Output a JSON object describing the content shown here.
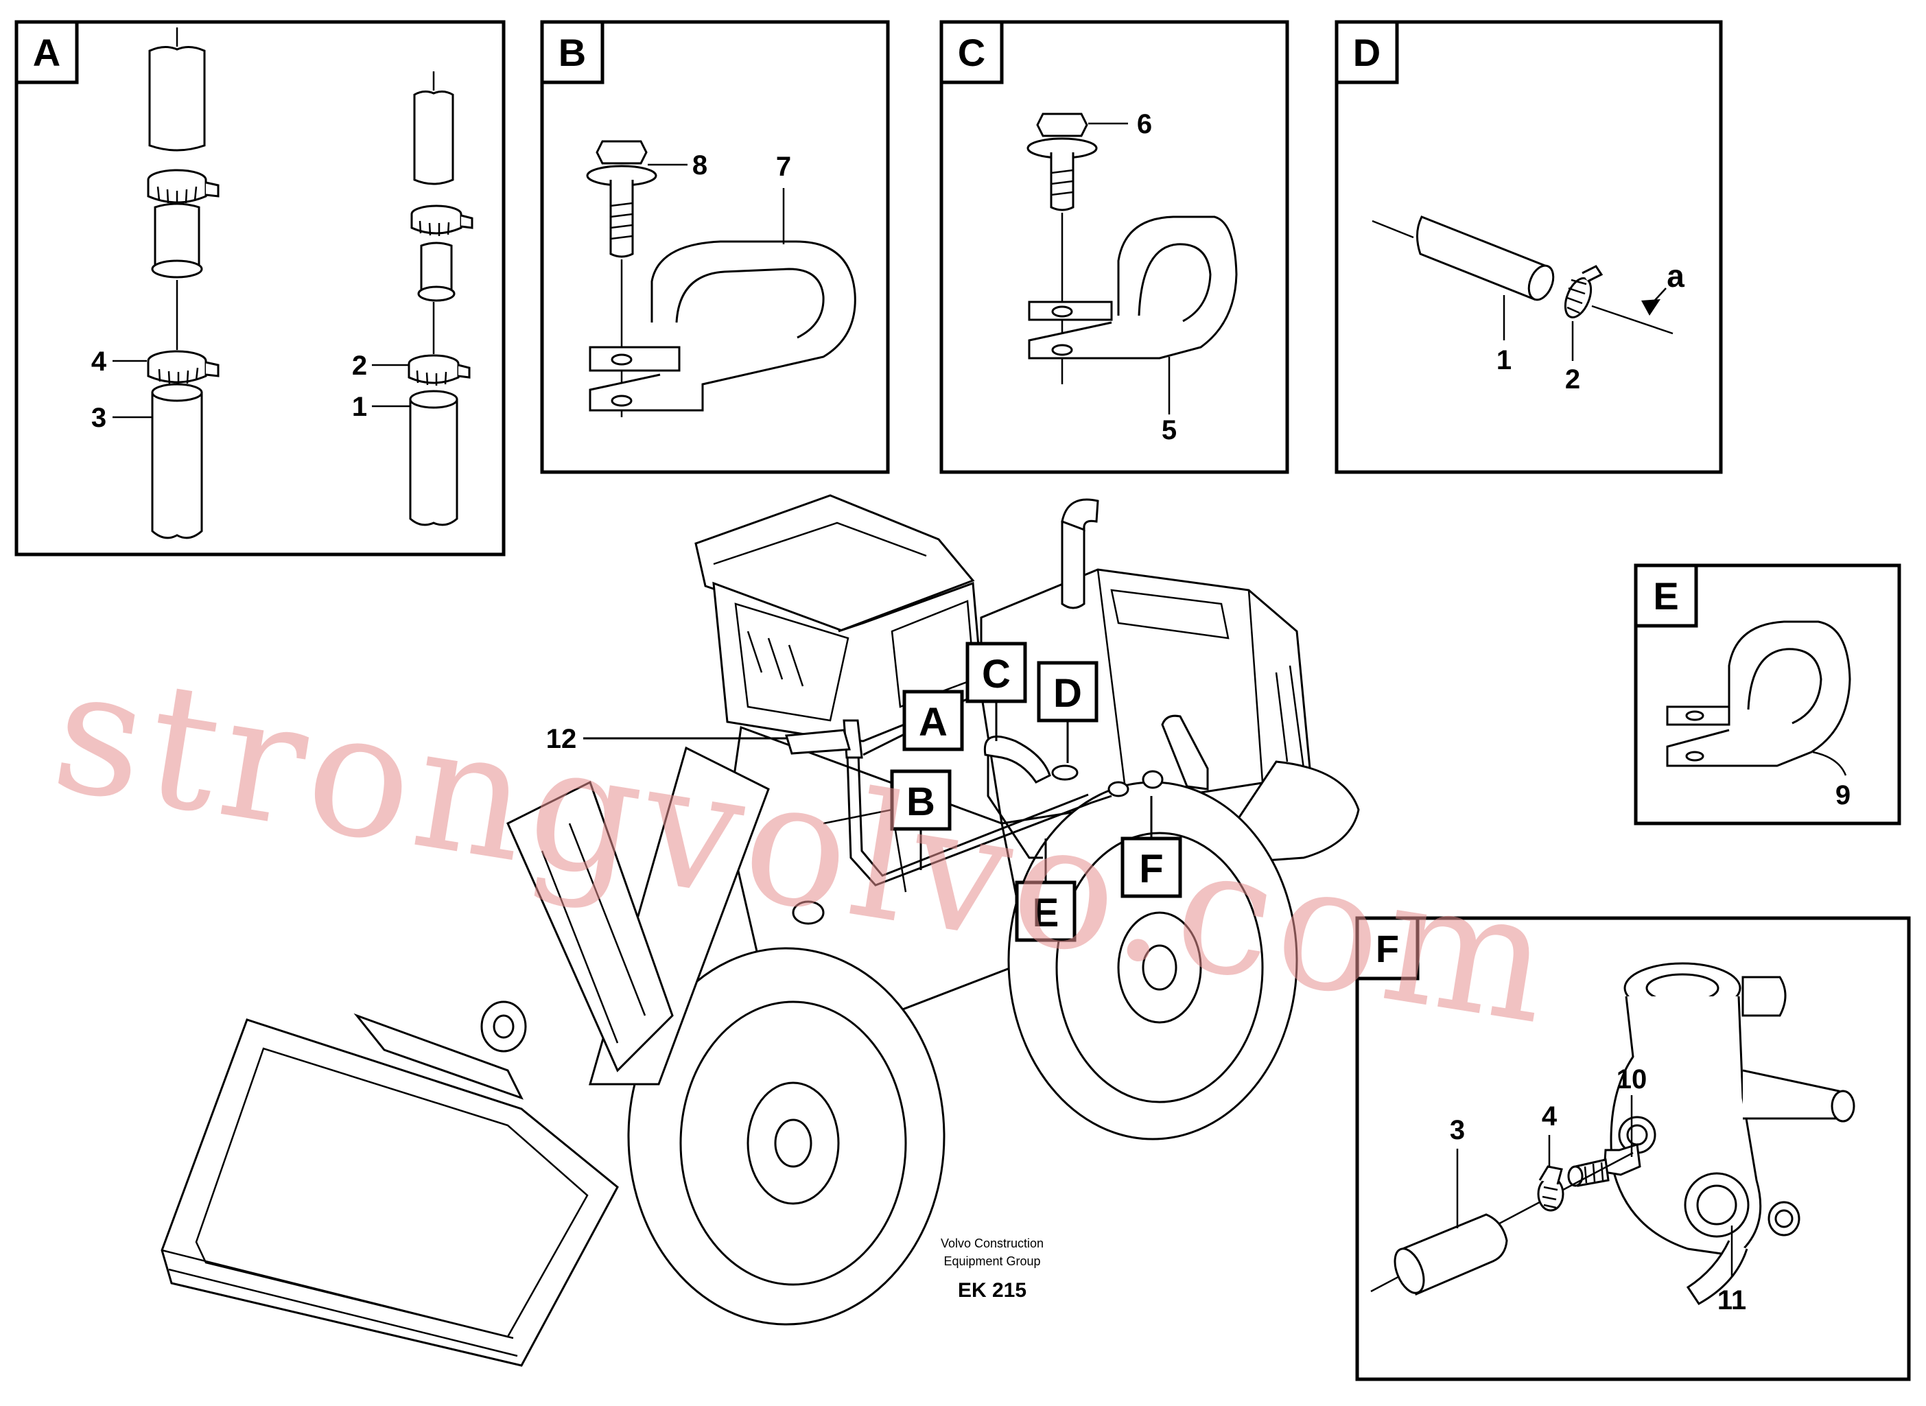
{
  "panels": {
    "A": {
      "letter": "A",
      "labels": [
        "4",
        "3",
        "2",
        "1"
      ]
    },
    "B": {
      "letter": "B",
      "labels": [
        "8",
        "7"
      ]
    },
    "C": {
      "letter": "C",
      "labels": [
        "6",
        "5"
      ]
    },
    "D": {
      "letter": "D",
      "labels": [
        "a",
        "1",
        "2"
      ]
    },
    "E": {
      "letter": "E",
      "labels": [
        "9"
      ]
    },
    "F": {
      "letter": "F",
      "labels": [
        "10",
        "4",
        "3",
        "11"
      ]
    }
  },
  "main": {
    "callouts": [
      "A",
      "B",
      "C",
      "D",
      "E",
      "F"
    ],
    "part_label": "12"
  },
  "caption": {
    "line1": "Volvo Construction",
    "line2": "Equipment Group",
    "code": "EK 215"
  },
  "watermark": "strongvolvo.com",
  "colors": {
    "line": "#000000",
    "watermark": "#e58f8f",
    "background": "#ffffff"
  }
}
